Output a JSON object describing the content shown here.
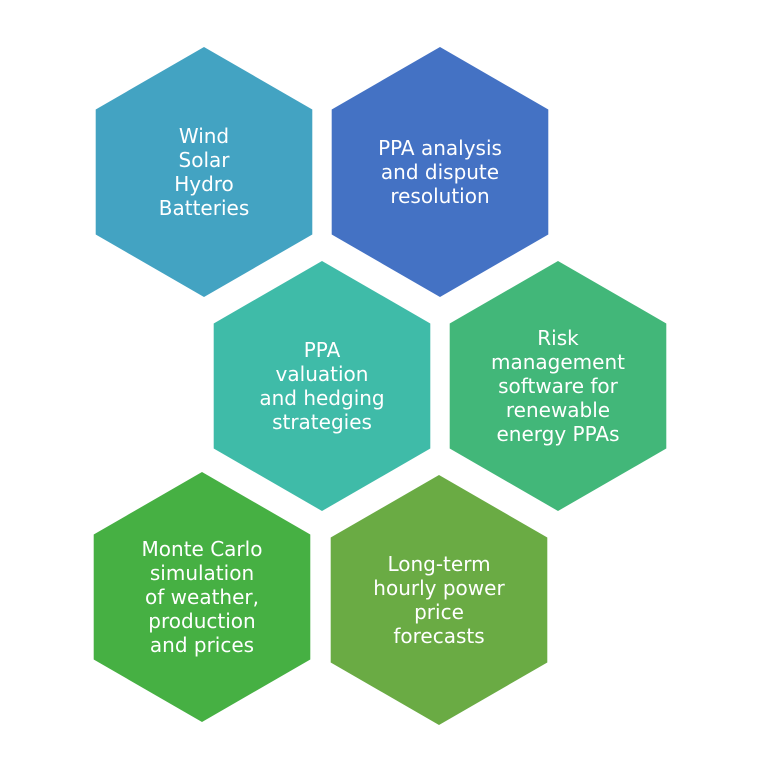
{
  "hexagons": [
    {
      "id": "hex-1",
      "color": "#43a3c2",
      "lines": [
        "Wind",
        "Solar",
        "Hydro",
        "Batteries"
      ]
    },
    {
      "id": "hex-2",
      "color": "#4472c4",
      "lines": [
        "PPA analysis",
        "and dispute",
        "resolution"
      ]
    },
    {
      "id": "hex-3",
      "color": "#3fbba8",
      "lines": [
        "PPA",
        "valuation",
        "and hedging",
        "strategies"
      ]
    },
    {
      "id": "hex-4",
      "color": "#42b779",
      "lines": [
        "Risk",
        "management",
        "software for",
        "renewable",
        "energy PPAs"
      ]
    },
    {
      "id": "hex-5",
      "color": "#46b043",
      "lines": [
        "Monte Carlo",
        "simulation",
        "of weather,",
        "production",
        "and prices"
      ]
    },
    {
      "id": "hex-6",
      "color": "#6aab44",
      "lines": [
        "Long-term",
        "hourly power",
        "price",
        "forecasts"
      ]
    }
  ]
}
